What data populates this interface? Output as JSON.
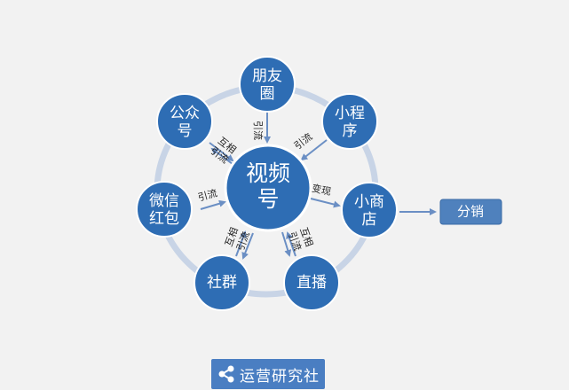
{
  "colors": {
    "background": "#f2f2f2",
    "node_fill": "#2e6db4",
    "node_stroke": "#ffffff",
    "ring": "#c8d4e6",
    "arrow": "#6b8fc4",
    "box_fill": "#4f81bd"
  },
  "center": {
    "line1": "视频",
    "line2": "号"
  },
  "nodes": {
    "pengyouquan": {
      "line1": "朋友",
      "line2": "圈"
    },
    "gongzhonghao": {
      "line1": "公众",
      "line2": "号"
    },
    "xiaochengxu": {
      "line1": "小程",
      "line2": "序"
    },
    "weixinhongbao": {
      "line1": "微信",
      "line2": "红包"
    },
    "xiaoshangdian": {
      "line1": "小商",
      "line2": "店"
    },
    "shequn": {
      "line1": "社群"
    },
    "zhibo": {
      "line1": "直播"
    }
  },
  "distribution": {
    "label": "分销"
  },
  "edge_labels": {
    "pengyouquan": "引流",
    "xiaochengxu": "引流",
    "weixinhongbao": "引流",
    "gongzhonghao": {
      "line1": "互相",
      "line2": "引流"
    },
    "shequn": {
      "line1": "互相",
      "line2": "引流"
    },
    "zhibo": {
      "line1": "互相",
      "line2": "引流"
    },
    "xiaoshangdian": "变现"
  },
  "logo": {
    "icon": "share-icon",
    "text": "运营研究社"
  }
}
